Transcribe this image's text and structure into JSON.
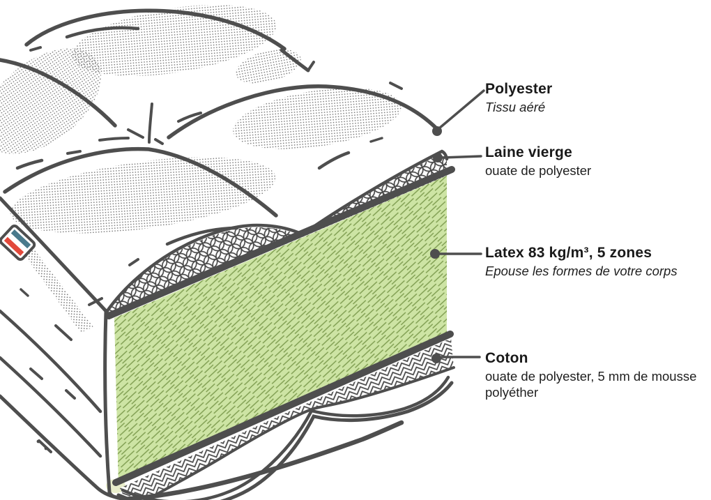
{
  "diagram": {
    "type": "mattress-cross-section",
    "labels": [
      {
        "id": "polyester",
        "title": "Polyester",
        "subtitle": "Tissu aéré"
      },
      {
        "id": "laine-vierge",
        "title": "Laine vierge",
        "subtitle": "ouate de polyester"
      },
      {
        "id": "latex",
        "title": "Latex 83 kg/m³, 5 zones",
        "subtitle": "Epouse les formes de votre corps"
      },
      {
        "id": "coton",
        "title": "Coton",
        "subtitle": "ouate de polyester, 5 mm de mousse polyéther"
      }
    ],
    "icons": {
      "flag": "french-flag"
    },
    "colors": {
      "outline": "#4e4e4e",
      "latex_fill": "#cde4a4",
      "latex_hatch": "#83a155",
      "flag_blue": "#4a7a8c",
      "flag_red": "#e2493b",
      "text": "#191919",
      "background": "#ffffff"
    }
  }
}
